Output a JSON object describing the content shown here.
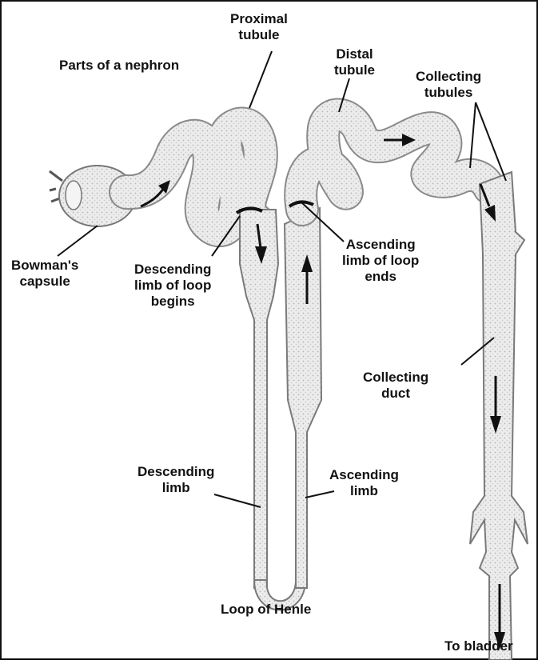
{
  "diagram": {
    "title": "Parts of a nephron",
    "labels": {
      "proximal_tubule": [
        "Proximal",
        "tubule"
      ],
      "distal_tubule": [
        "Distal",
        "tubule"
      ],
      "collecting_tubules": [
        "Collecting",
        "tubules"
      ],
      "bowmans_capsule": [
        "Bowman's",
        "capsule"
      ],
      "descending_limb_begins": [
        "Descending",
        "limb of loop",
        "begins"
      ],
      "ascending_limb_ends": [
        "Ascending",
        "limb of loop",
        "ends"
      ],
      "collecting_duct": [
        "Collecting",
        "duct"
      ],
      "descending_limb": [
        "Descending",
        "limb"
      ],
      "ascending_limb": [
        "Ascending",
        "limb"
      ],
      "loop_of_henle": "Loop of Henle",
      "to_bladder": "To bladder"
    }
  },
  "colors": {
    "tubule_fill": "#e9e9e9",
    "tubule_stroke": "#8a8a8a",
    "ink": "#111111"
  }
}
